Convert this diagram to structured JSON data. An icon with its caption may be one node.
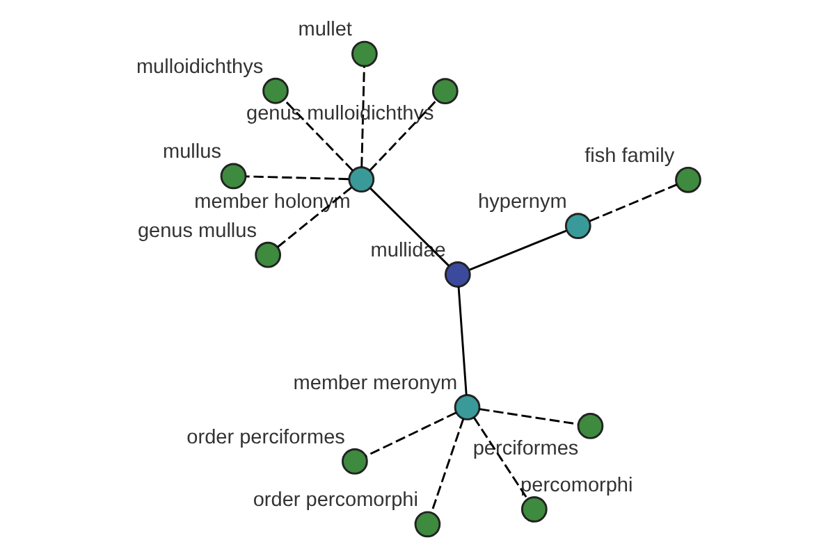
{
  "diagram": {
    "nodes": [
      {
        "text": [
          "mullidae"
        ]
      },
      {
        "text": [
          "member holonym"
        ]
      },
      {
        "text": [
          "genus mullus"
        ]
      },
      {
        "text": [
          "mullet"
        ]
      },
      {
        "text": [
          "genus mulloidichthys"
        ]
      },
      {
        "text": [
          "mulloidichthys"
        ]
      },
      {
        "text": [
          "mullus"
        ]
      },
      {
        "text": [
          "member meronym"
        ]
      },
      {
        "text": [
          "order percomorphi"
        ]
      },
      {
        "text": [
          "perciformes"
        ]
      },
      {
        "text": [
          "percomorphi"
        ]
      },
      {
        "text": [
          "order perciformes"
        ]
      },
      {
        "text": [
          "hypernym"
        ]
      },
      {
        "text": [
          "fish family"
        ]
      }
    ],
    "edges": [
      {
        "from": 0,
        "to": 1,
        "arrow": "none"
      },
      {
        "from": 1,
        "to": 2,
        "arrow": "none",
        "style": "dashed"
      },
      {
        "from": 1,
        "to": 3,
        "arrow": "none",
        "style": "dashed"
      },
      {
        "from": 1,
        "to": 4,
        "arrow": "none",
        "style": "dashed"
      },
      {
        "from": 1,
        "to": 5,
        "arrow": "none",
        "style": "dashed"
      },
      {
        "from": 1,
        "to": 6,
        "arrow": "none",
        "style": "dashed"
      },
      {
        "from": 0,
        "to": 7,
        "arrow": "none"
      },
      {
        "from": 7,
        "to": 8,
        "arrow": "none",
        "style": "dashed"
      },
      {
        "from": 7,
        "to": 9,
        "arrow": "none",
        "style": "dashed"
      },
      {
        "from": 7,
        "to": 10,
        "arrow": "none",
        "style": "dashed"
      },
      {
        "from": 7,
        "to": 11,
        "arrow": "none",
        "style": "dashed"
      },
      {
        "from": 0,
        "to": 12,
        "arrow": "none"
      },
      {
        "from": 12,
        "to": 13,
        "arrow": "none",
        "style": "dashed"
      }
    ]
  }
}
